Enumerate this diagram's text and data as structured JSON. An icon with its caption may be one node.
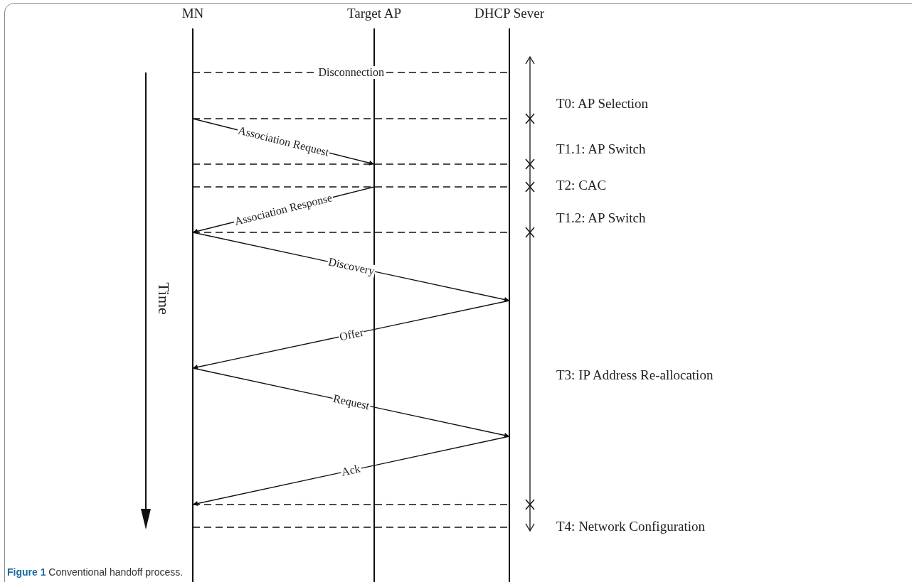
{
  "diagram": {
    "caption": "**Figure 1** Conventional handoff process.",
    "nodes": [
      {
        "text": [
          "MN"
        ]
      },
      {
        "text": [
          "Target AP"
        ]
      },
      {
        "text": [
          "DHCP Sever"
        ]
      }
    ],
    "edges": [
      {
        "from": 0,
        "to": 2,
        "arrow": "none",
        "style": "dashed",
        "label": "Disconnection"
      },
      {
        "from": 0,
        "to": 2,
        "arrow": "none",
        "style": "dashed"
      },
      {
        "from": 0,
        "to": 1,
        "arrow": "to",
        "label": "Association Request"
      },
      {
        "from": 0,
        "to": 2,
        "arrow": "none",
        "style": "dashed"
      },
      {
        "from": 0,
        "to": 2,
        "arrow": "none",
        "style": "dashed"
      },
      {
        "from": 1,
        "to": 0,
        "arrow": "to",
        "label": "Association Response"
      },
      {
        "from": 0,
        "to": 2,
        "arrow": "none",
        "style": "dashed"
      },
      {
        "from": 0,
        "to": 2,
        "arrow": "to",
        "label": "Discovery"
      },
      {
        "from": 2,
        "to": 0,
        "arrow": "to",
        "label": "Offer"
      },
      {
        "from": 0,
        "to": 2,
        "arrow": "to",
        "label": "Request"
      },
      {
        "from": 2,
        "to": 0,
        "arrow": "to",
        "label": "Ack"
      },
      {
        "from": 0,
        "to": 2,
        "arrow": "none",
        "style": "dashed"
      },
      {
        "from": 0,
        "to": 2,
        "arrow": "none",
        "style": "dashed"
      }
    ],
    "labels": [
      "Time",
      "T0: AP Selection",
      "T1.1: AP Switch",
      "T2: CAC",
      "T1.2: AP Switch",
      "T3: IP Address Re-allocation",
      "T4: Network Configuration"
    ]
  }
}
